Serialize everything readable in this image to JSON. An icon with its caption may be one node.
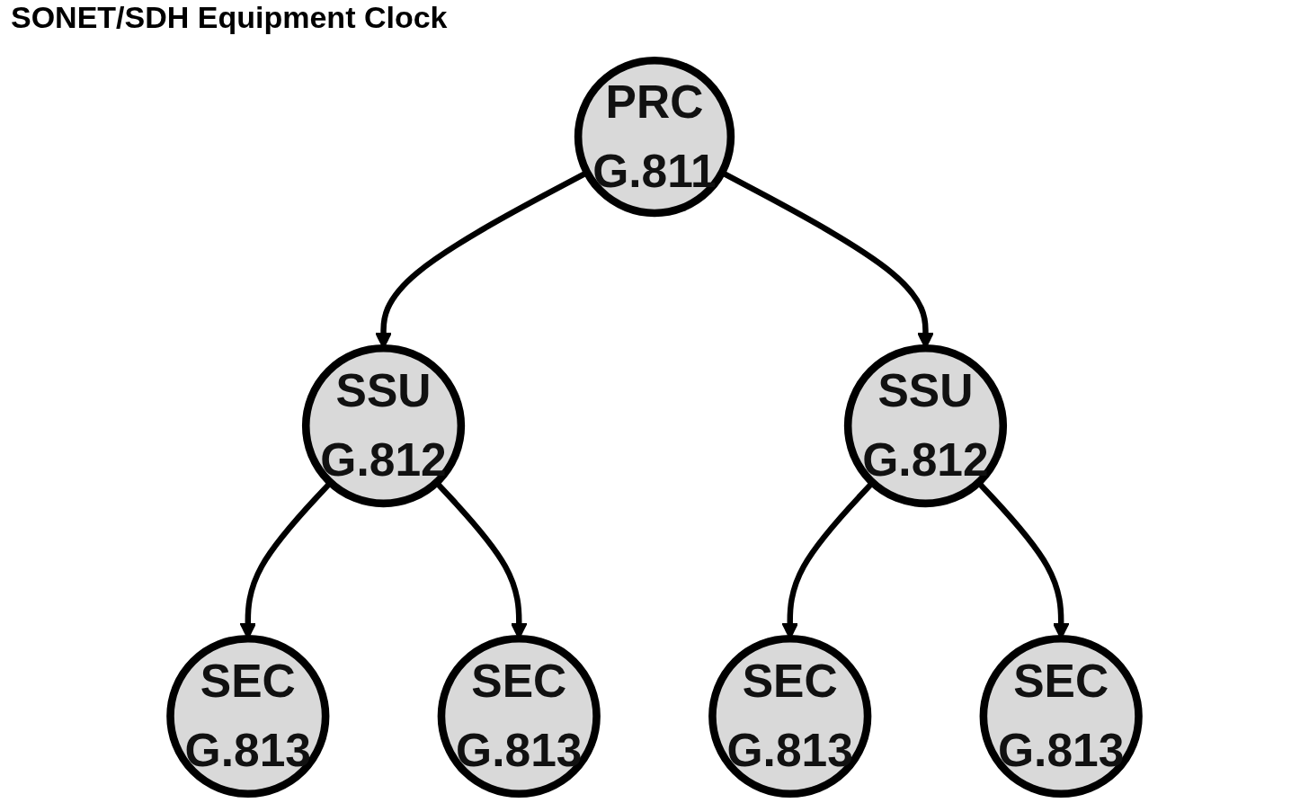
{
  "diagram": {
    "title": "SONET/SDH Equipment Clock",
    "nodes": [
      {
        "text": [
          "PRC",
          "G.811"
        ]
      },
      {
        "text": [
          "SSU",
          "G.812"
        ]
      },
      {
        "text": [
          "SSU",
          "G.812"
        ]
      },
      {
        "text": [
          "SEC",
          "G.813"
        ]
      },
      {
        "text": [
          "SEC",
          "G.813"
        ]
      },
      {
        "text": [
          "SEC",
          "G.813"
        ]
      },
      {
        "text": [
          "SEC",
          "G.813"
        ]
      }
    ],
    "edges": [
      {
        "from": 0,
        "to": 1,
        "arrow": "to"
      },
      {
        "from": 0,
        "to": 2,
        "arrow": "to"
      },
      {
        "from": 1,
        "to": 3,
        "arrow": "to"
      },
      {
        "from": 1,
        "to": 4,
        "arrow": "to"
      },
      {
        "from": 2,
        "to": 5,
        "arrow": "to"
      },
      {
        "from": 2,
        "to": 6,
        "arrow": "to"
      }
    ]
  }
}
